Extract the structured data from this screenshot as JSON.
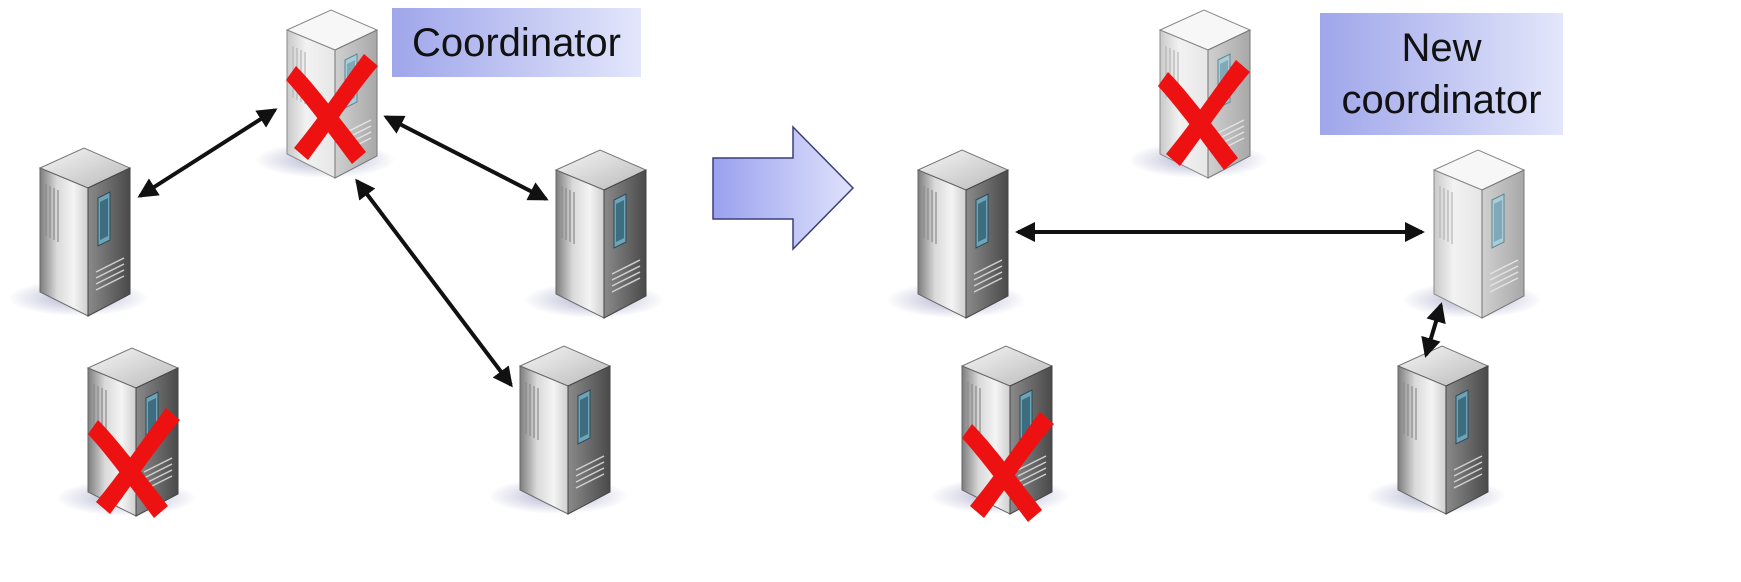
{
  "labels": {
    "coordinator": "Coordinator",
    "new_coordinator": "New\ncoordinator"
  },
  "colors": {
    "label_gradient_start": "#9fa6ea",
    "label_gradient_end": "#e3e6fb",
    "transition_arrow_fill": "#a9aff0",
    "transition_arrow_stroke": "#3a3f7a",
    "crash_mark": "#ee1111",
    "link": "#111111"
  },
  "servers": [
    {
      "id": "left-coordinator",
      "state": "crashed",
      "role": "coordinator"
    },
    {
      "id": "left-west",
      "state": "active"
    },
    {
      "id": "left-east",
      "state": "active"
    },
    {
      "id": "left-south-west",
      "state": "crashed"
    },
    {
      "id": "left-south-east",
      "state": "active"
    },
    {
      "id": "right-old-coordinator",
      "state": "crashed"
    },
    {
      "id": "right-west",
      "state": "active"
    },
    {
      "id": "right-new-coordinator",
      "state": "active",
      "role": "new coordinator"
    },
    {
      "id": "right-south-west",
      "state": "crashed"
    },
    {
      "id": "right-south-east",
      "state": "active"
    }
  ],
  "links": [
    {
      "from": "left-coordinator",
      "to": "left-west"
    },
    {
      "from": "left-coordinator",
      "to": "left-east"
    },
    {
      "from": "left-coordinator",
      "to": "left-south-east"
    },
    {
      "from": "right-west",
      "to": "right-new-coordinator"
    },
    {
      "from": "right-new-coordinator",
      "to": "right-south-east"
    }
  ],
  "transition_icon": "right-arrow-icon"
}
